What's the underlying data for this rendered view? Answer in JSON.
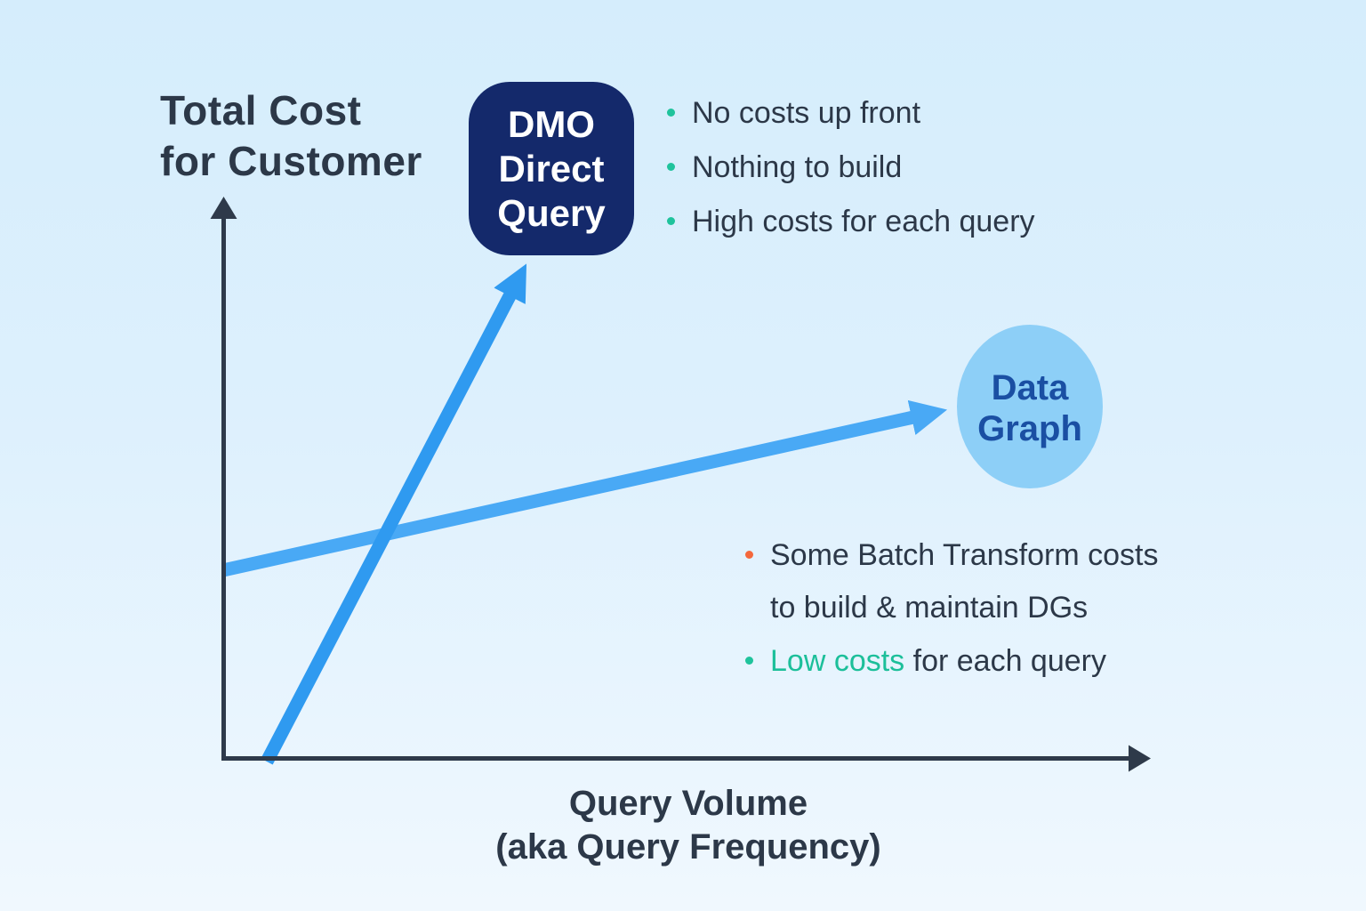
{
  "title": "Total Cost\nfor Customer",
  "x_axis_label": "Query Volume\n(aka Query Frequency)",
  "nodes": {
    "dmo": {
      "label": "DMO\nDirect\nQuery"
    },
    "data_graph": {
      "label": "Data\nGraph"
    }
  },
  "dmo_notes": [
    "No costs up front",
    "Nothing to build",
    "High costs for each query"
  ],
  "data_graph_notes": {
    "item1": "Some Batch Transform costs\nto build & maintain DGs",
    "item2_highlight": "Low costs",
    "item2_rest": " for each query"
  },
  "colors": {
    "background_top": "#d5edfc",
    "background_bottom": "#f0f8fe",
    "axis": "#2e3a4a",
    "text_dark": "#2c3848",
    "dmo_line_blue": "#2f9af0",
    "data_graph_line_blue": "#49a9f5",
    "dmo_box_navy": "#14296b",
    "dmo_box_text": "#ffffff",
    "data_graph_ellipse": "#8dcff7",
    "data_graph_text": "#1a4fa3",
    "teal_bullet": "#1fc39c",
    "orange_bullet": "#f4683c",
    "low_costs_highlight": "#1cbf9a"
  },
  "chart_data": {
    "type": "line",
    "title": "",
    "xlabel": "Query Volume (aka Query Frequency)",
    "ylabel": "Total Cost for Customer",
    "axes_quantified": false,
    "grid": false,
    "legend_position": "inline-labels",
    "series": [
      {
        "name": "DMO Direct Query",
        "description": "Steep upward arrow: no upfront cost, cost rises quickly with query volume",
        "x_norm": [
          0.05,
          0.33
        ],
        "y_norm": [
          0.0,
          0.88
        ]
      },
      {
        "name": "Data Graph",
        "description": "Shallow upward arrow starting above zero: some fixed build cost, cost rises slowly with query volume",
        "x_norm": [
          0.0,
          0.78
        ],
        "y_norm": [
          0.34,
          0.62
        ]
      }
    ]
  }
}
